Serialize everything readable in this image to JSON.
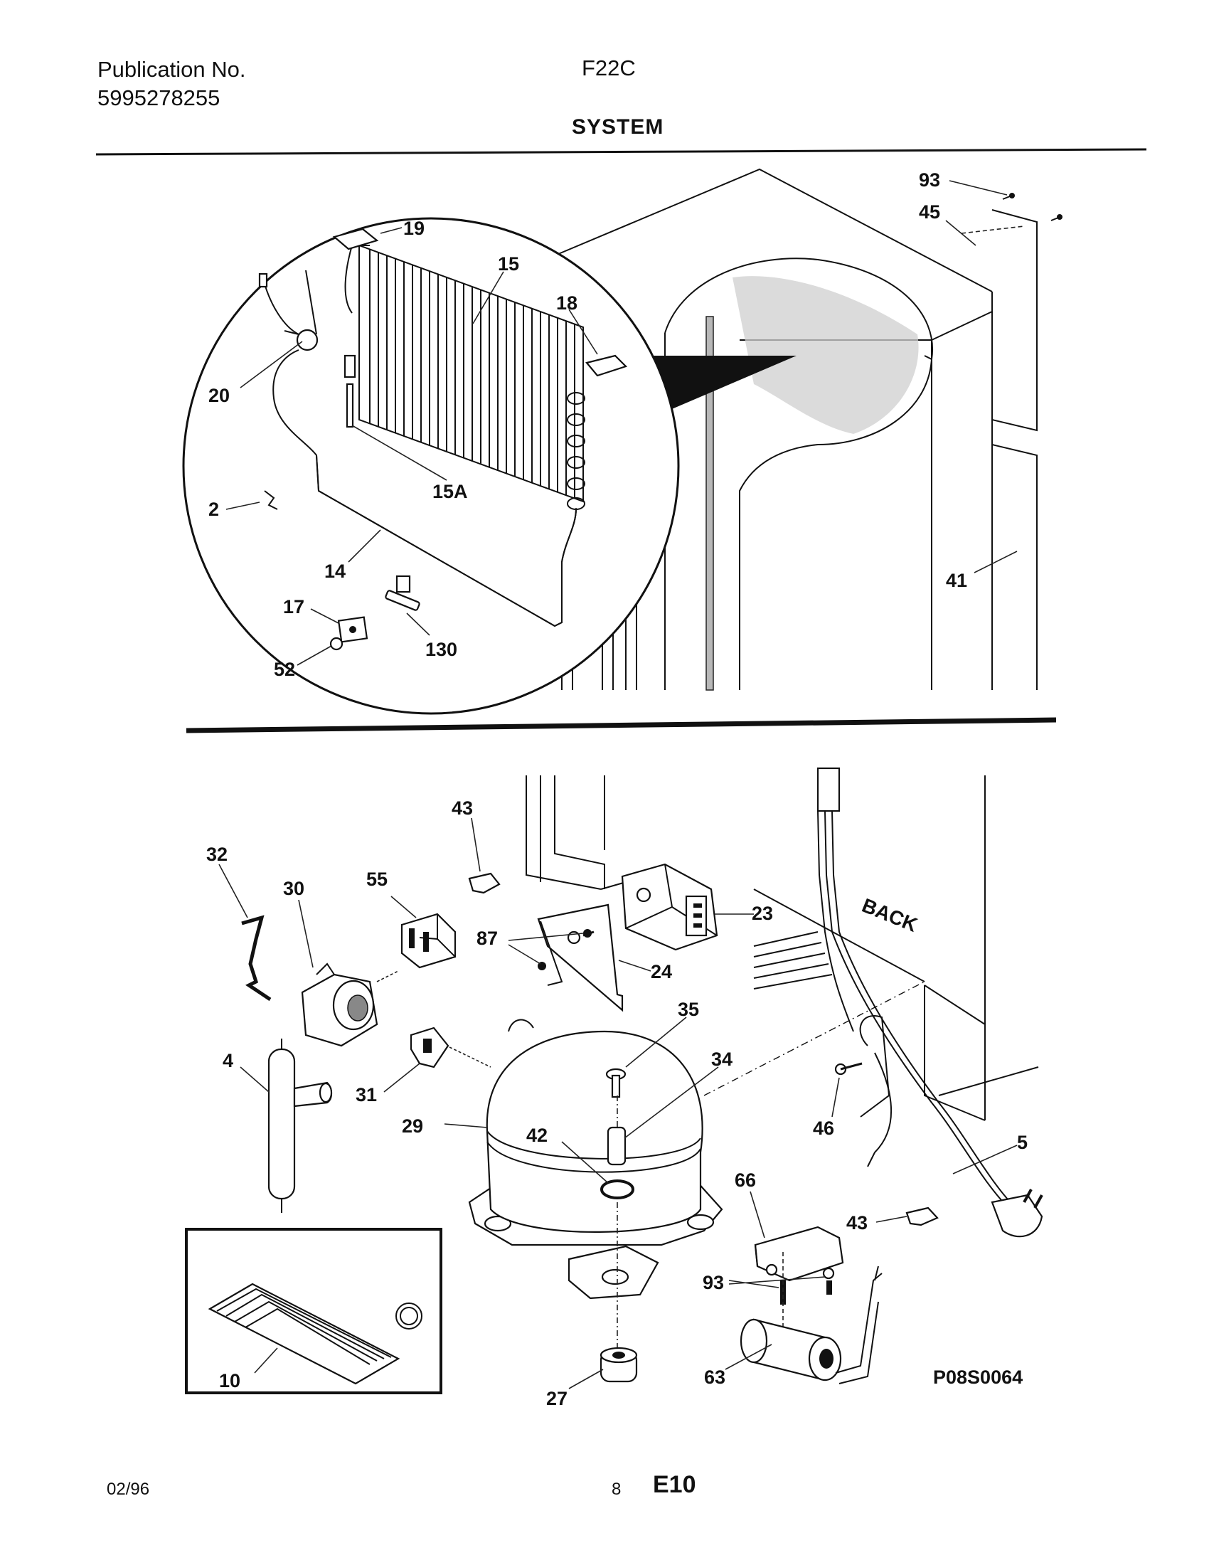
{
  "header": {
    "publication_label": "Publication No.",
    "publication_number": "5995278255",
    "model": "F22C",
    "section_title": "SYSTEM"
  },
  "diagram_code": "P08S0064",
  "back_label": "BACK",
  "callouts_top": [
    "93",
    "45",
    "19",
    "15",
    "18",
    "20",
    "15A",
    "2",
    "14",
    "17",
    "130",
    "52",
    "41"
  ],
  "callouts_bottom": [
    "43",
    "32",
    "30",
    "55",
    "87",
    "23",
    "24",
    "35",
    "4",
    "31",
    "34",
    "29",
    "42",
    "46",
    "5",
    "66",
    "43",
    "93",
    "10",
    "27",
    "63"
  ],
  "footer": {
    "date": "02/96",
    "page": "8",
    "code": "E10"
  }
}
